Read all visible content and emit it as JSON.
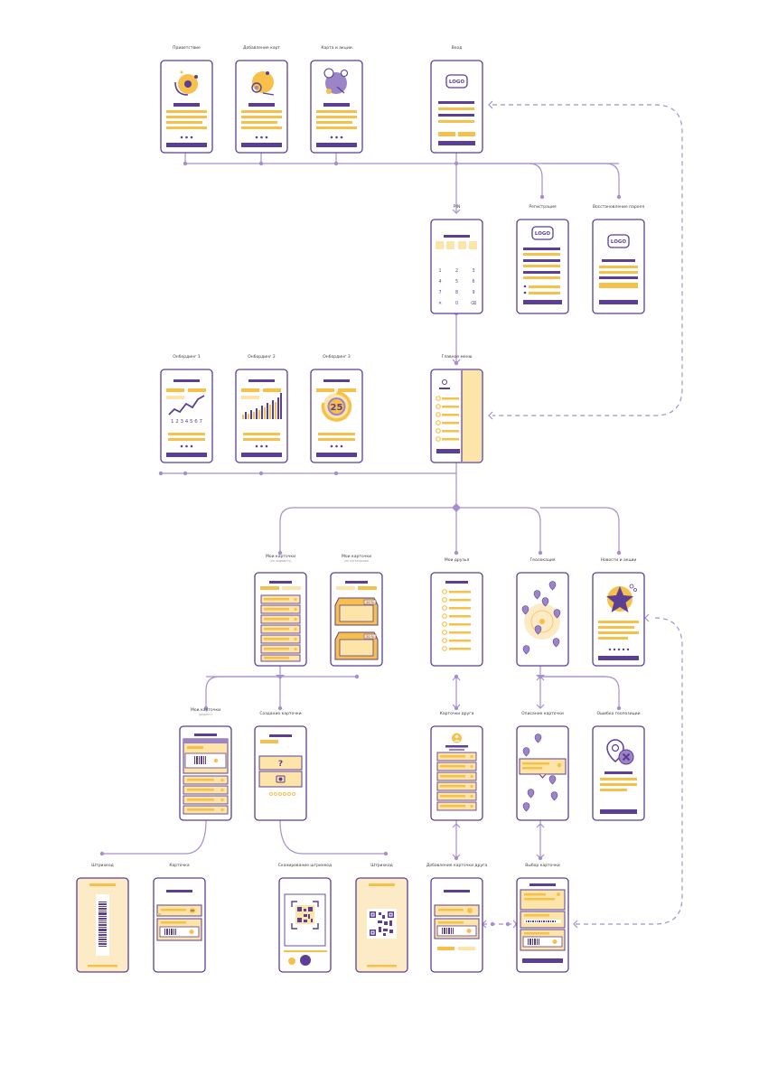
{
  "colors": {
    "purple": "#5b3f95",
    "purple_light": "#9b85c6",
    "line": "#a78fcf",
    "yellow": "#f7c04a",
    "yellow_light": "#fde4a8",
    "yellow_pale": "#fdebc8",
    "white": "#ffffff"
  },
  "screens": {
    "welcome": {
      "label": "Приветствие"
    },
    "add_cards": {
      "label": "Добавление карт"
    },
    "map_promos": {
      "label": "Карта и акции"
    },
    "login": {
      "label": "Вход",
      "logo": "LOGO"
    },
    "pin": {
      "label": "PIN",
      "keys": [
        "1",
        "2",
        "3",
        "4",
        "5",
        "6",
        "7",
        "8",
        "9",
        "✕",
        "0",
        "⌫"
      ]
    },
    "registration": {
      "label": "Регистрация",
      "logo": "LOGO"
    },
    "password_restore": {
      "label": "Восстановление пароля",
      "logo": "LOGO"
    },
    "onboarding_1": {
      "label": "Онбординг 1",
      "axis": "1 2 3 4 5 6 7"
    },
    "onboarding_2": {
      "label": "Онбординг 2"
    },
    "onboarding_3": {
      "label": "Онбординг 3",
      "value": "25"
    },
    "main_menu": {
      "label": "Главное меню"
    },
    "my_cards_list": {
      "label": "Мои карточки",
      "sub": "(по алфавиту)"
    },
    "my_cards_cat": {
      "label": "Мои карточки",
      "sub": "(по категориям)",
      "badge": "20 %"
    },
    "my_friends": {
      "label": "Мои друзья"
    },
    "geolocation": {
      "label": "Геолокация"
    },
    "news_promos": {
      "label": "Новости и акции"
    },
    "my_cards_edit": {
      "label": "Мои карточки",
      "sub": "(редакт.)"
    },
    "create_card": {
      "label": "Создание карточки",
      "symbol": "?"
    },
    "friend_cards": {
      "label": "Карточки друга"
    },
    "card_description": {
      "label": "Описание карточки"
    },
    "geo_error": {
      "label": "Ошибка геопозиции"
    },
    "barcode": {
      "label": "Штрихкод"
    },
    "card": {
      "label": "Карточка"
    },
    "qr_scan": {
      "label": "Сканирование штрихкод"
    },
    "qr_code": {
      "label": "Штрихкод"
    },
    "add_friend_card": {
      "label": "Добавление карточки друга"
    },
    "card_select": {
      "label": "Выбор карточки"
    }
  }
}
